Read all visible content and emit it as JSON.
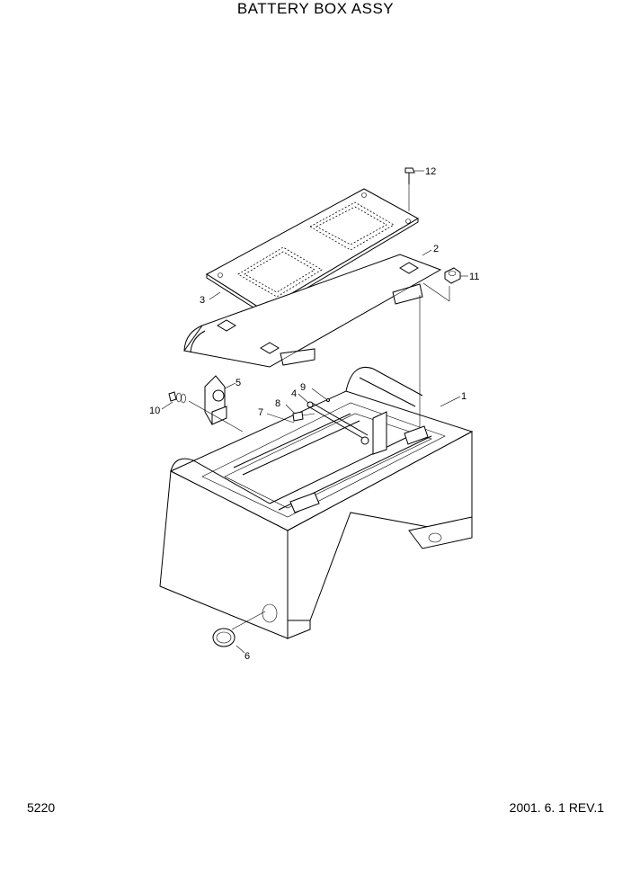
{
  "title": "BATTERY BOX ASSY",
  "page_number": "5220",
  "revision": "2001. 6. 1 REV.1",
  "callouts": [
    "1",
    "2",
    "3",
    "4",
    "5",
    "6",
    "7",
    "8",
    "9",
    "10",
    "11",
    "12"
  ]
}
